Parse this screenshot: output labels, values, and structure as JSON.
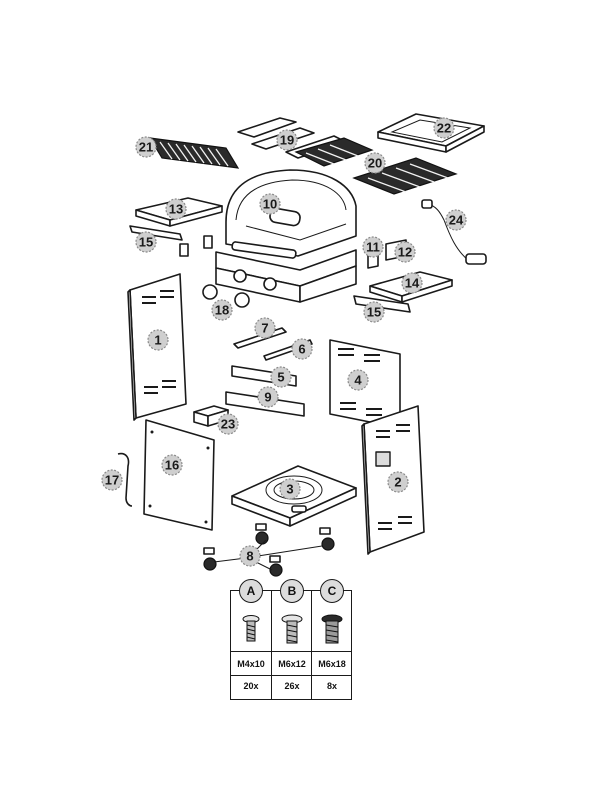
{
  "callouts": [
    {
      "label": "1"
    },
    {
      "label": "2"
    },
    {
      "label": "3"
    },
    {
      "label": "4"
    },
    {
      "label": "5"
    },
    {
      "label": "6"
    },
    {
      "label": "7"
    },
    {
      "label": "8"
    },
    {
      "label": "9"
    },
    {
      "label": "10"
    },
    {
      "label": "11"
    },
    {
      "label": "12"
    },
    {
      "label": "13"
    },
    {
      "label": "14"
    },
    {
      "label": "15"
    },
    {
      "label": "15"
    },
    {
      "label": "16"
    },
    {
      "label": "17"
    },
    {
      "label": "18"
    },
    {
      "label": "19"
    },
    {
      "label": "20"
    },
    {
      "label": "21"
    },
    {
      "label": "22"
    },
    {
      "label": "23"
    },
    {
      "label": "24"
    }
  ],
  "hardware": [
    {
      "letter": "A",
      "size": "M4x10",
      "qty": "20x"
    },
    {
      "letter": "B",
      "size": "M6x12",
      "qty": "26x"
    },
    {
      "letter": "C",
      "size": "M6x18",
      "qty": "8x"
    }
  ]
}
